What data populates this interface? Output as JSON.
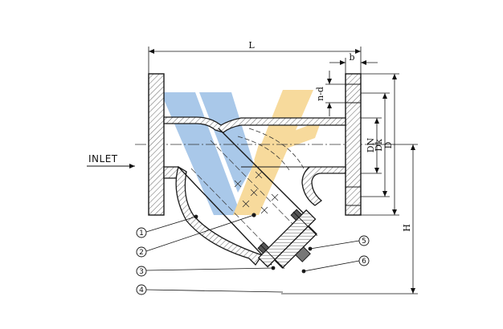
{
  "drawing": {
    "inlet_label": "INLET",
    "dimensions": {
      "L": "L",
      "b": "b",
      "n_d": "n-d",
      "DN": "DN",
      "Dk": "Dk",
      "D": "D",
      "H": "H"
    },
    "callouts": [
      "1",
      "2",
      "3",
      "4",
      "5",
      "6"
    ],
    "colors": {
      "line": "#1a1a1a",
      "hatch": "#6d6d6d",
      "gasket": "#555555",
      "logo_blue": "#9bbfe6",
      "logo_yellow": "#f6d48b"
    }
  }
}
